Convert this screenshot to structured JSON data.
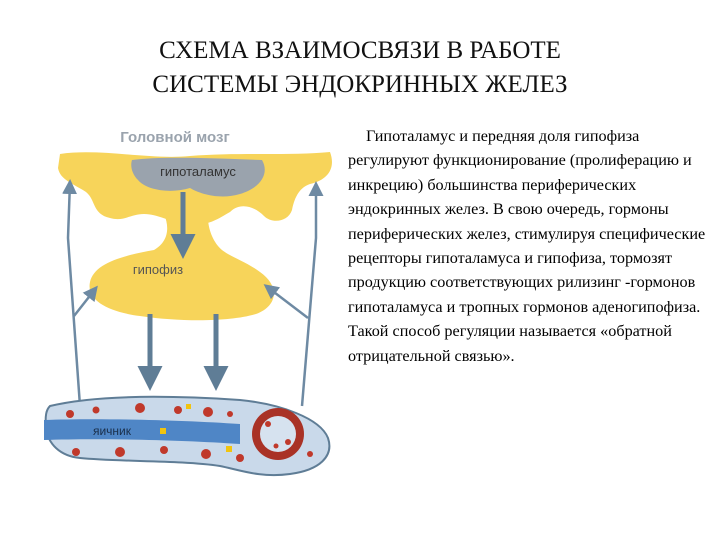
{
  "title": {
    "line1": "СХЕМА ВЗАИМОСВЯЗИ В РАБОТЕ",
    "line2": "СИСТЕМЫ ЭНДОКРИННЫХ ЖЕЛЕЗ"
  },
  "diagram": {
    "brain_label": "Головной мозг",
    "hypothalamus_label": "гипоталамус",
    "pituitary_label": "гипофиз",
    "ovary_label": "яичник",
    "colors": {
      "gland": "#f7d45a",
      "brain_label": "#9aa3ad",
      "arrow": "#5f7d96",
      "ovary_body": "#c9d9ea",
      "ovary_duct": "#4f86c6",
      "follicle": "#c0392b"
    }
  },
  "body_text": "Гипоталамус и передняя доля гипофиза регулируют функционирование (пролиферацию и инкрецию) большинства периферических эндокринных желез. В свою очередь, гормоны периферических желез, стимулируя специфические рецепторы гипоталамуса и гипофиза, тормозят продукцию соответствующих рилизинг -гормонов гипоталамуса и тропных гормонов аденогипофиза. Такой способ регуляции называется «обратной отрицательной связью»."
}
